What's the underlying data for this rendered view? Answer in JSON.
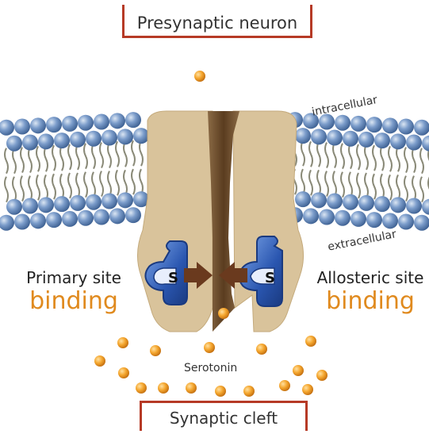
{
  "labels": {
    "top": "Presynaptic neuron",
    "bottom": "Synaptic cleft",
    "intracellular": "intracellular",
    "extracellular": "extracellular",
    "serotonin": "Serotonin",
    "primary_line1": "Primary site",
    "primary_line2": "binding",
    "allosteric_line1": "Allosteric site",
    "allosteric_line2": "binding",
    "site_letter_left": "S",
    "site_letter_right": "S"
  },
  "colors": {
    "frame": "#b63a26",
    "accent_orange": "#e08a1e",
    "membrane_blue": "#5f86b8",
    "transporter": "#d9c39b",
    "channel_brown": "#7b5a38",
    "site_blue": "#2a56b0",
    "arrow_brown": "#6a3a1e",
    "serotonin_orange": "#f0a030"
  }
}
